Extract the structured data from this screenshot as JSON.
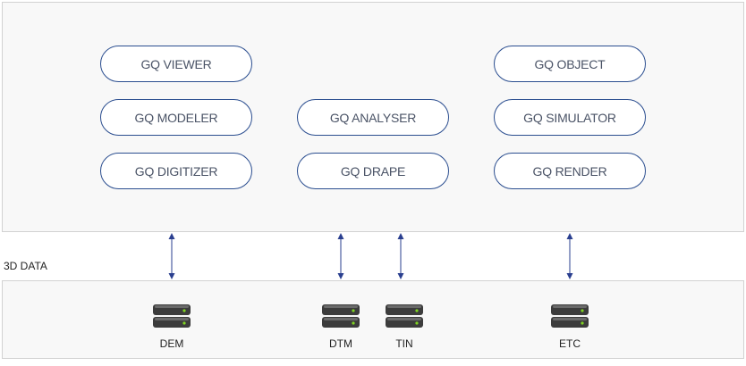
{
  "modules": {
    "viewer": "GQ VIEWER",
    "modeler": "GQ MODELER",
    "digitizer": "GQ DIGITIZER",
    "analyser": "GQ ANALYSER",
    "drape": "GQ DRAPE",
    "object": "GQ OBJECT",
    "simulator": "GQ SIMULATOR",
    "render": "GQ RENDER"
  },
  "data_layer": {
    "label": "3D DATA",
    "stores": {
      "dem": "DEM",
      "dtm": "DTM",
      "tin": "TIN",
      "etc": "ETC"
    },
    "icon": "server-icon"
  },
  "colors": {
    "module_border": "#2a4d8f",
    "arrow": "#2a3f8f",
    "panel_bg": "#f8f8f8",
    "panel_border": "#d2d2d2",
    "server_body": "#3c3c3c",
    "server_led": "#7ed321"
  }
}
